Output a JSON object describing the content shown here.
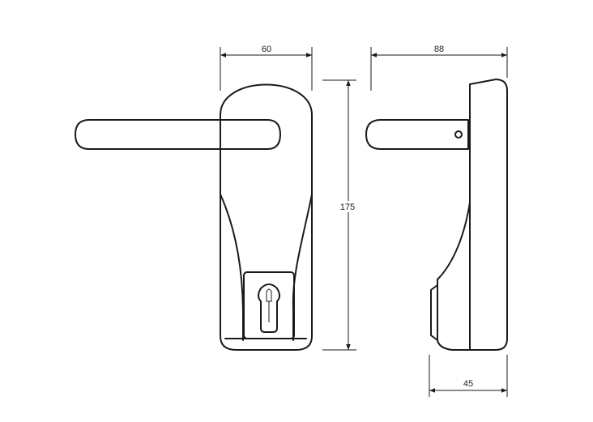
{
  "dimensions": {
    "front_width": "60",
    "side_depth": "88",
    "height": "175",
    "base_depth": "45"
  }
}
